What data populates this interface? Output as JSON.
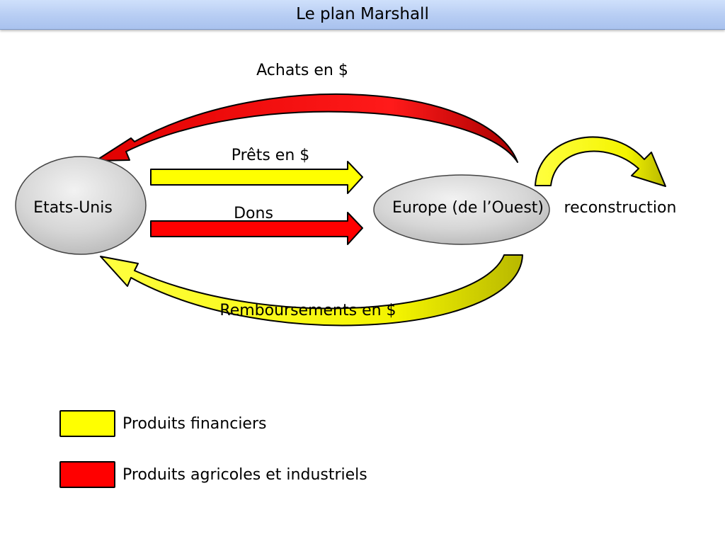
{
  "title": "Le plan Marshall",
  "nodes": {
    "usa": "Etats-Unis",
    "europe": "Europe (de l’Ouest)"
  },
  "flows": {
    "achats": "Achats en $",
    "prets": "Prêts en $",
    "dons": "Dons",
    "remboursements": "Remboursements en $",
    "reconstruction": "reconstruction"
  },
  "legend": [
    {
      "label": "Produits financiers",
      "color": "#ffff00"
    },
    {
      "label": "Produits agricoles et industriels",
      "color": "#ff0000"
    }
  ],
  "colors": {
    "financial": "#ffff00",
    "goods": "#ff0000",
    "node_fill": "#d9d9d9"
  }
}
